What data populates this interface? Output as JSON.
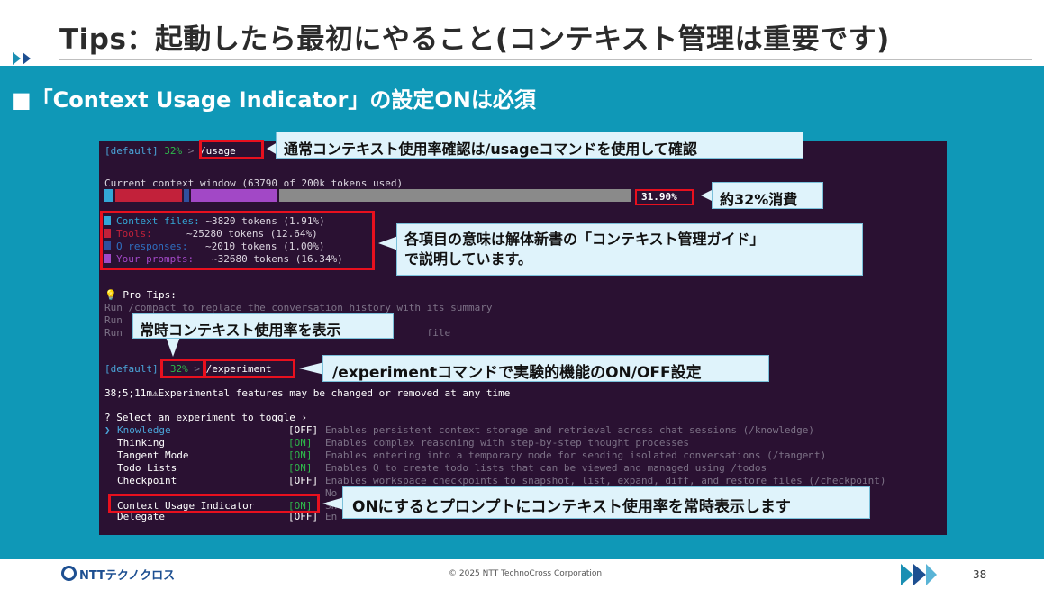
{
  "slide": {
    "title": "Tips：起動したら最初にやること(コンテキスト管理は重要です)",
    "subtitle": "■「Context Usage Indicator」の設定ONは必須",
    "footer_logo": "NTTテクノクロス",
    "copyright": "© 2025 NTT TechnoCross Corporation",
    "page_number": "38"
  },
  "terminal": {
    "prompt1": {
      "profile": "[default]",
      "percent": "32%",
      "arrow": ">",
      "command": "/usage"
    },
    "window_line": "Current context window (63790 of 200k tokens used)",
    "usage_percent": "31.90%",
    "usage_fraction": 0.319,
    "breakdown": [
      {
        "label": "Context files:",
        "value": "~3820 tokens (1.91%)",
        "color": "#33a7d6",
        "fraction": 0.0191
      },
      {
        "label": "Tools:",
        "value": "~25280 tokens (12.64%)",
        "color": "#c2213a",
        "fraction": 0.1264
      },
      {
        "label": "Q responses:",
        "value": "~2010 tokens (1.00%)",
        "color": "#2f4f9e",
        "fraction": 0.01
      },
      {
        "label": "Your prompts:",
        "value": "~32680 tokens (16.34%)",
        "color": "#a248c6",
        "fraction": 0.1634
      }
    ],
    "pro_tips_heading": "💡 Pro Tips:",
    "pro_tips": [
      "Run /compact to replace the conversation history with its summary",
      "Run",
      "Run                                                   file"
    ],
    "prompt2": {
      "profile": "[default]",
      "percent": "32%",
      "arrow": ">",
      "command": "/experiment"
    },
    "warning_line": "38;5;11m⚠Experimental features may be changed or removed at any time",
    "select_prompt": "? Select an experiment to toggle ›",
    "experiments": [
      {
        "pointer": "❯",
        "name": "Knowledge",
        "state": "[OFF]",
        "description": "Enables persistent context storage and retrieval across chat sessions (/knowledge)"
      },
      {
        "pointer": "",
        "name": "Thinking",
        "state": "[ON]",
        "description": "Enables complex reasoning with step-by-step thought processes"
      },
      {
        "pointer": "",
        "name": "Tangent Mode",
        "state": "[ON]",
        "description": "Enables entering into a temporary mode for sending isolated conversations (/tangent)"
      },
      {
        "pointer": "",
        "name": "Todo Lists",
        "state": "[ON]",
        "description": "Enables Q to create todo lists that can be viewed and managed using /todos"
      },
      {
        "pointer": "",
        "name": "Checkpoint",
        "state": "[OFF]",
        "description": "Enables workspace checkpoints to snapshot, list, expand, diff, and restore files (/checkpoint)"
      },
      {
        "pointer": "",
        "name": "",
        "state": "",
        "description": "No"
      },
      {
        "pointer": "",
        "name": "Context Usage Indicator",
        "state": "[ON]",
        "description": "Sh"
      },
      {
        "pointer": "",
        "name": "Delegate",
        "state": "[OFF]",
        "description": "En"
      }
    ]
  },
  "callouts": {
    "usage_command": "通常コンテキスト使用率確認は/usageコマンドを使用して確認",
    "usage_consumed": "約32%消費",
    "breakdown_line1": "各項目の意味は解体新書の「コンテキスト管理ガイド」",
    "breakdown_line2": "で説明しています。",
    "always_show": "常時コンテキスト使用率を表示",
    "experiment_command": "/experimentコマンドで実験的機能のON/OFF設定",
    "indicator_on": "ONにするとプロンプトにコンテキスト使用率を常時表示します"
  },
  "colors": {
    "band": "#0f98b7",
    "terminal_bg": "#2a1132",
    "highlight_red": "#e8101e",
    "callout_bg": "#dff3fb",
    "prompt_profile": "#4aa4d8",
    "prompt_percent": "#2eb84a",
    "on_green": "#2eb84a",
    "dim_text": "#7d7287",
    "brand_blue": "#1d4f91"
  }
}
